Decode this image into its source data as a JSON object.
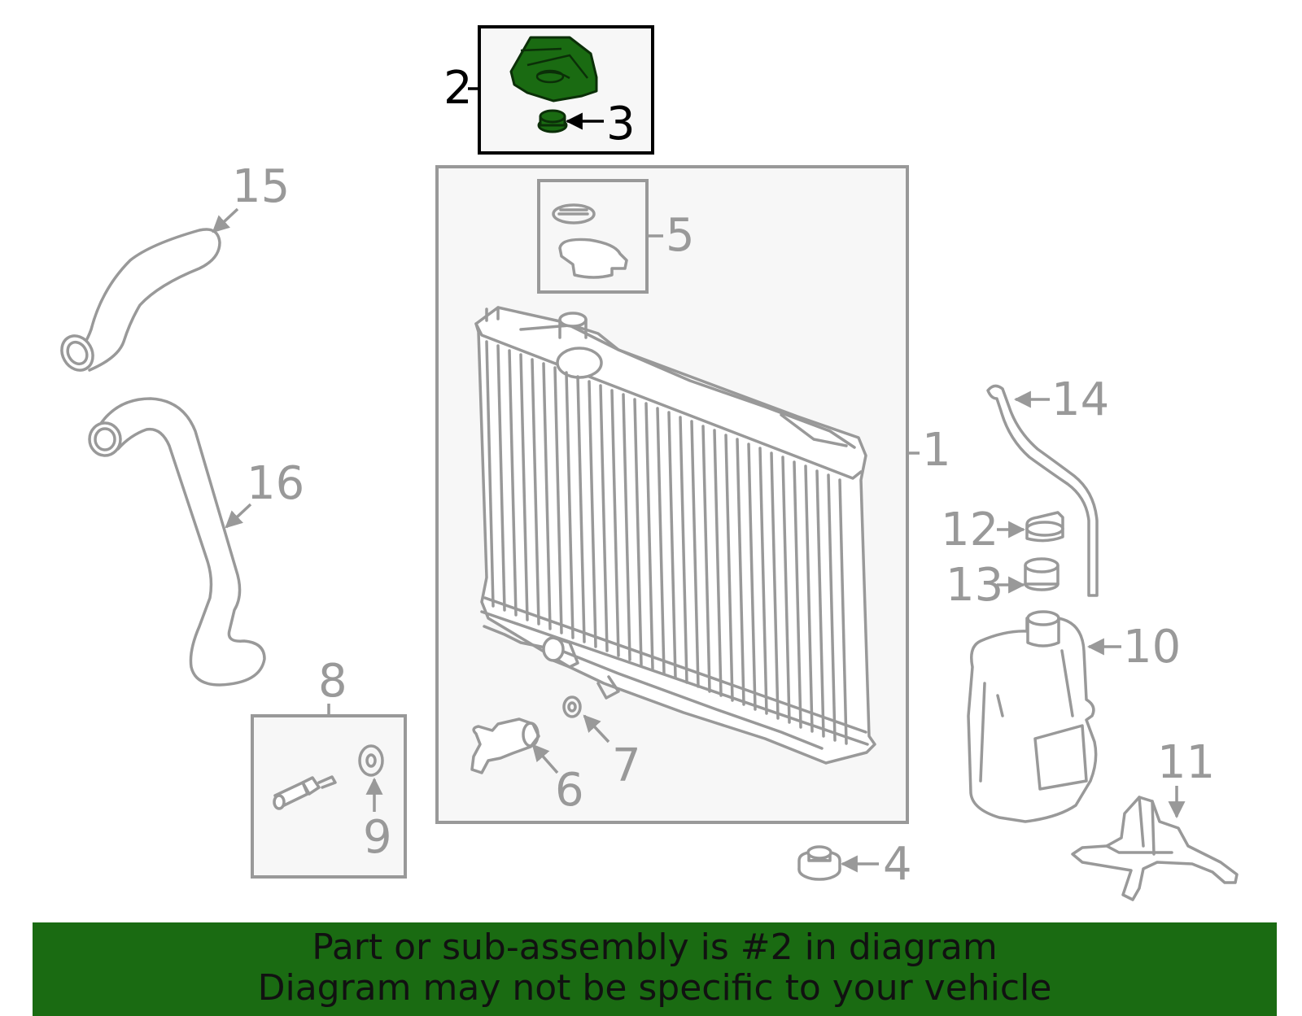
{
  "diagram": {
    "labels": {
      "p1": "1",
      "p2": "2",
      "p3": "3",
      "p4": "4",
      "p5": "5",
      "p6": "6",
      "p7": "7",
      "p8": "8",
      "p9": "9",
      "p10": "10",
      "p11": "11",
      "p12": "12",
      "p13": "13",
      "p14": "14",
      "p15": "15",
      "p16": "16"
    },
    "highlighted_part": "2",
    "highlight_color": "#1a6b12",
    "line_color": "#999999"
  },
  "banner": {
    "line1": "Part or sub-assembly is #2 in diagram",
    "line2": "Diagram may not be specific to your vehicle",
    "background": "#1a6b12"
  }
}
